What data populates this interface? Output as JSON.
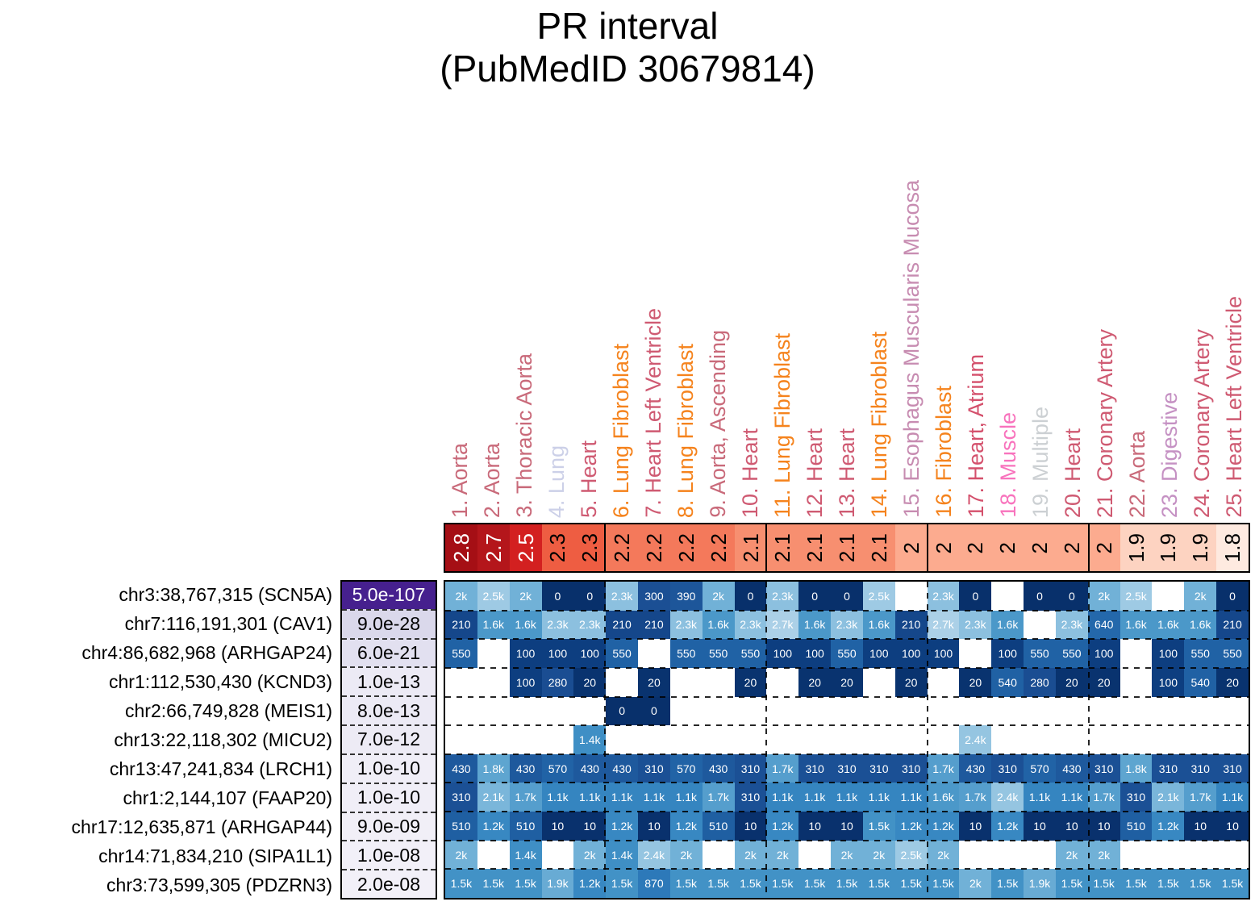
{
  "chart_data": {
    "type": "heatmap",
    "title": "PR interval",
    "subtitle": "(PubMedID 30679814)",
    "legend_position": "none",
    "grid": "dashed",
    "dashed_gridlines_after_columns": [
      5,
      10,
      15,
      20
    ],
    "columns": [
      {
        "label": "1. Aorta",
        "color": "#c96a7a",
        "score": "2.8"
      },
      {
        "label": "2. Aorta",
        "color": "#c96a7a",
        "score": "2.7"
      },
      {
        "label": "3. Thoracic Aorta",
        "color": "#c96a7a",
        "score": "2.5"
      },
      {
        "label": "4. Lung",
        "color": "#ccd0e8",
        "score": "2.3"
      },
      {
        "label": "5. Heart",
        "color": "#cf5a72",
        "score": "2.3"
      },
      {
        "label": "6. Lung Fibroblast",
        "color": "#f5831d",
        "score": "2.2"
      },
      {
        "label": "7. Heart Left Ventricle",
        "color": "#cf5a72",
        "score": "2.2"
      },
      {
        "label": "8. Lung Fibroblast",
        "color": "#f5831d",
        "score": "2.2"
      },
      {
        "label": "9. Aorta, Ascending",
        "color": "#c96a7a",
        "score": "2.2"
      },
      {
        "label": "10. Heart",
        "color": "#cf5a72",
        "score": "2.1"
      },
      {
        "label": "11. Lung Fibroblast",
        "color": "#f5831d",
        "score": "2.1"
      },
      {
        "label": "12. Heart",
        "color": "#cf5a72",
        "score": "2.1"
      },
      {
        "label": "13. Heart",
        "color": "#cf5a72",
        "score": "2.1"
      },
      {
        "label": "14. Lung Fibroblast",
        "color": "#f5831d",
        "score": "2.1"
      },
      {
        "label": "15. Esophagus Muscularis Mucosa",
        "color": "#c78cb1",
        "score": "2"
      },
      {
        "label": "16. Fibroblast",
        "color": "#f5831d",
        "score": "2"
      },
      {
        "label": "17. Heart, Atrium",
        "color": "#d4506c",
        "score": "2"
      },
      {
        "label": "18. Muscle",
        "color": "#f873bd",
        "score": "2"
      },
      {
        "label": "19. Multiple",
        "color": "#ccd0d3",
        "score": "2"
      },
      {
        "label": "20. Heart",
        "color": "#cf5a72",
        "score": "2"
      },
      {
        "label": "21. Coronary Artery",
        "color": "#cf5a72",
        "score": "2"
      },
      {
        "label": "22. Aorta",
        "color": "#c96a7a",
        "score": "1.9"
      },
      {
        "label": "23. Digestive",
        "color": "#c591c3",
        "score": "1.9"
      },
      {
        "label": "24. Coronary Artery",
        "color": "#cf5a72",
        "score": "1.9"
      },
      {
        "label": "25. Heart Left Ventricle",
        "color": "#cf5a72",
        "score": "1.8"
      }
    ],
    "rows": [
      {
        "label": "chr3:38,767,315 (SCN5A)",
        "pvalue": "5.0e-107",
        "values": [
          "2k",
          "2.5k",
          "2k",
          "0",
          "0",
          "2.3k",
          "300",
          "390",
          "2k",
          "0",
          "2.3k",
          "0",
          "0",
          "2.5k",
          null,
          "2.3k",
          "0",
          null,
          "0",
          "0",
          "2k",
          "2.5k",
          null,
          "2k",
          "0"
        ]
      },
      {
        "label": "chr7:116,191,301 (CAV1)",
        "pvalue": "9.0e-28",
        "values": [
          "210",
          "1.6k",
          "1.6k",
          "2.3k",
          "2.3k",
          "210",
          "210",
          "2.3k",
          "1.6k",
          "2.3k",
          "2.7k",
          "1.6k",
          "2.3k",
          "1.6k",
          "210",
          "2.7k",
          "2.3k",
          "1.6k",
          null,
          "2.3k",
          "640",
          "1.6k",
          "1.6k",
          "1.6k",
          "210"
        ]
      },
      {
        "label": "chr4:86,682,968 (ARHGAP24)",
        "pvalue": "6.0e-21",
        "values": [
          "550",
          null,
          "100",
          "100",
          "100",
          "550",
          null,
          "550",
          "550",
          "550",
          "100",
          "100",
          "550",
          "100",
          "100",
          "100",
          null,
          "100",
          "550",
          "550",
          "100",
          null,
          "100",
          "550",
          "550"
        ]
      },
      {
        "label": "chr1:112,530,430 (KCND3)",
        "pvalue": "1.0e-13",
        "values": [
          null,
          null,
          "100",
          "280",
          "20",
          null,
          "20",
          null,
          null,
          "20",
          null,
          "20",
          "20",
          null,
          "20",
          null,
          "20",
          "540",
          "280",
          "20",
          "20",
          null,
          "100",
          "540",
          "20"
        ]
      },
      {
        "label": "chr2:66,749,828 (MEIS1)",
        "pvalue": "8.0e-13",
        "values": [
          null,
          null,
          null,
          null,
          null,
          "0",
          "0",
          null,
          null,
          null,
          null,
          null,
          null,
          null,
          null,
          null,
          null,
          null,
          null,
          null,
          null,
          null,
          null,
          null,
          null
        ]
      },
      {
        "label": "chr13:22,118,302 (MICU2)",
        "pvalue": "7.0e-12",
        "values": [
          null,
          null,
          null,
          null,
          "1.4k",
          null,
          null,
          null,
          null,
          null,
          null,
          null,
          null,
          null,
          null,
          null,
          "2.4k",
          null,
          null,
          null,
          null,
          null,
          null,
          null,
          null
        ]
      },
      {
        "label": "chr13:47,241,834 (LRCH1)",
        "pvalue": "1.0e-10",
        "values": [
          "430",
          "1.8k",
          "430",
          "570",
          "430",
          "430",
          "310",
          "570",
          "430",
          "310",
          "1.7k",
          "310",
          "310",
          "310",
          "310",
          "1.7k",
          "430",
          "310",
          "570",
          "430",
          "310",
          "1.8k",
          "310",
          "310",
          "310"
        ]
      },
      {
        "label": "chr1:2,144,107 (FAAP20)",
        "pvalue": "1.0e-10",
        "values": [
          "310",
          "2.1k",
          "1.7k",
          "1.1k",
          "1.1k",
          "1.1k",
          "1.1k",
          "1.1k",
          "1.7k",
          "310",
          "1.1k",
          "1.1k",
          "1.1k",
          "1.1k",
          "1.1k",
          "1.6k",
          "1.7k",
          "2.4k",
          "1.1k",
          "1.1k",
          "1.7k",
          "310",
          "2.1k",
          "1.7k",
          "1.1k"
        ]
      },
      {
        "label": "chr17:12,635,871 (ARHGAP44)",
        "pvalue": "9.0e-09",
        "values": [
          "510",
          "1.2k",
          "510",
          "10",
          "10",
          "1.2k",
          "10",
          "1.2k",
          "510",
          "10",
          "1.2k",
          "10",
          "10",
          "1.5k",
          "1.2k",
          "1.2k",
          "10",
          "1.2k",
          "10",
          "10",
          "10",
          "510",
          "1.2k",
          "10",
          "10"
        ]
      },
      {
        "label": "chr14:71,834,210 (SIPA1L1)",
        "pvalue": "1.0e-08",
        "values": [
          "2k",
          null,
          "1.4k",
          null,
          "2k",
          "1.4k",
          "2.4k",
          "2k",
          null,
          "2k",
          "2k",
          null,
          "2k",
          "2k",
          "2.5k",
          "2k",
          null,
          null,
          null,
          "2k",
          "2k",
          null,
          null,
          null,
          null
        ]
      },
      {
        "label": "chr3:73,599,305 (PDZRN3)",
        "pvalue": "2.0e-08",
        "values": [
          "1.5k",
          "1.5k",
          "1.5k",
          "1.9k",
          "1.2k",
          "1.5k",
          "870",
          "1.5k",
          "1.5k",
          "1.5k",
          "1.5k",
          "1.5k",
          "1.5k",
          "1.5k",
          "1.5k",
          "1.5k",
          "2k",
          "1.5k",
          "1.9k",
          "1.5k",
          "1.5k",
          "1.5k",
          "1.5k",
          "1.5k",
          "1.5k"
        ]
      }
    ],
    "colors": {
      "cell_low": "#08306b",
      "cell_high": "#abd0e7",
      "score_low": "#feeae0",
      "score_high": "#a50f15",
      "pvalue_top": "#46208e",
      "pvalue_light": "#f2f0f8"
    }
  }
}
